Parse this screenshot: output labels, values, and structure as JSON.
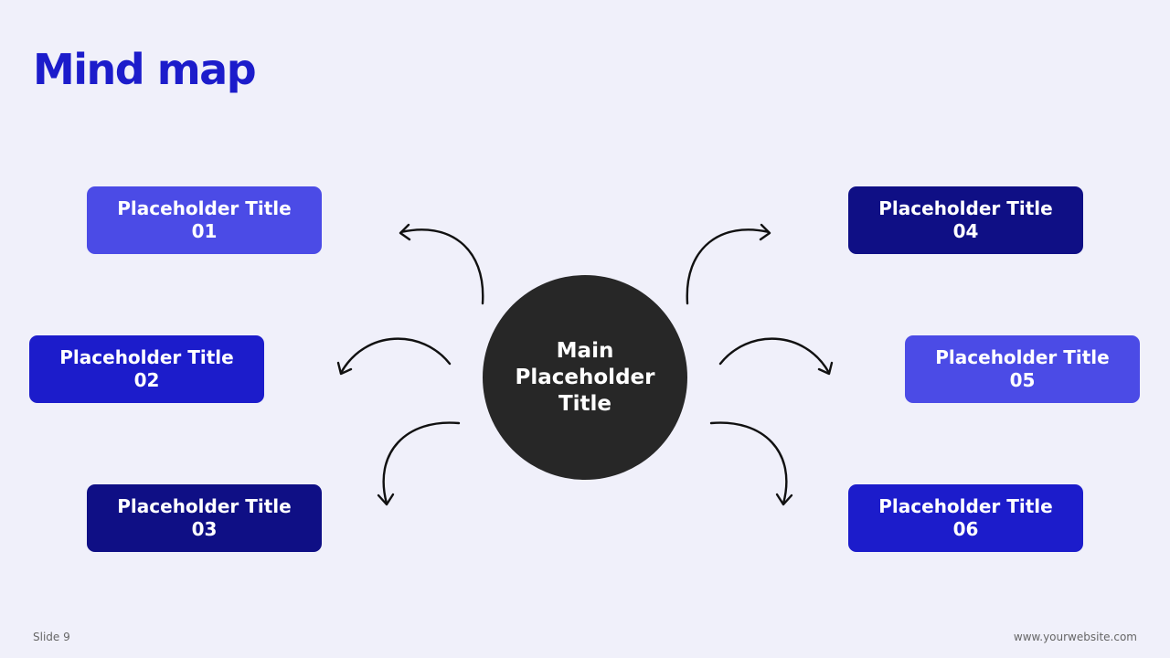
{
  "slide": {
    "title": "Mind map",
    "slide_number": "Slide 9",
    "website": "www.yourwebsite.com"
  },
  "center": {
    "label": "Main Placeholder Title",
    "color": "#272727"
  },
  "nodes": [
    {
      "label": "Placeholder Title",
      "number": "01",
      "color": "#4b4be6"
    },
    {
      "label": "Placeholder Title",
      "number": "02",
      "color": "#1c1ccb"
    },
    {
      "label": "Placeholder Title",
      "number": "03",
      "color": "#0f0f85"
    },
    {
      "label": "Placeholder Title",
      "number": "04",
      "color": "#0f0f85"
    },
    {
      "label": "Placeholder Title",
      "number": "05",
      "color": "#4b4be6"
    },
    {
      "label": "Placeholder Title",
      "number": "06",
      "color": "#1c1ccb"
    }
  ],
  "colors": {
    "background": "#f0f0fa",
    "title": "#1c1ccb",
    "arrow": "#111111"
  }
}
